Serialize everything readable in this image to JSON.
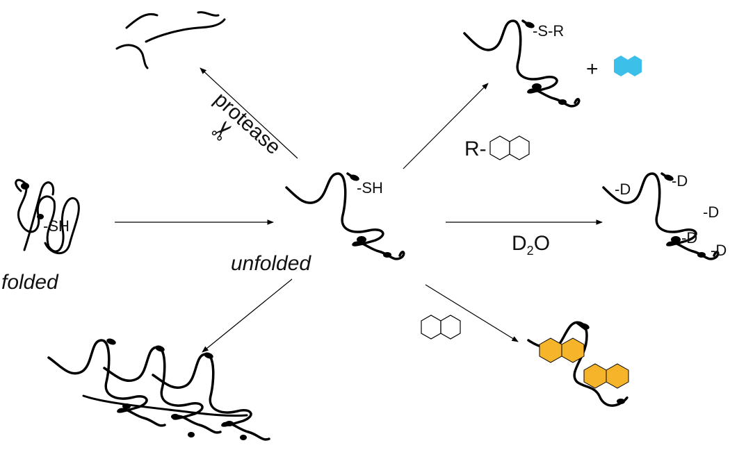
{
  "labels": {
    "folded": "folded",
    "folded_sh": "-SH",
    "unfolded": "unfolded",
    "unfolded_sh": "-SH",
    "protease": "protease",
    "scissors": "✂",
    "conjugate_sr": "-S-R",
    "plus": "+",
    "reagent_r": "R-",
    "d2o_d": "D",
    "d2o_sub": "2",
    "d2o_o": "O",
    "deut_1": "-D",
    "deut_2": "-D",
    "deut_3": "-D",
    "deut_4": "-D",
    "deut_5": "-D"
  },
  "colors": {
    "chain": "#000000",
    "cyan_ring": "#3cbfe8",
    "orange_ring": "#f5b42a"
  }
}
